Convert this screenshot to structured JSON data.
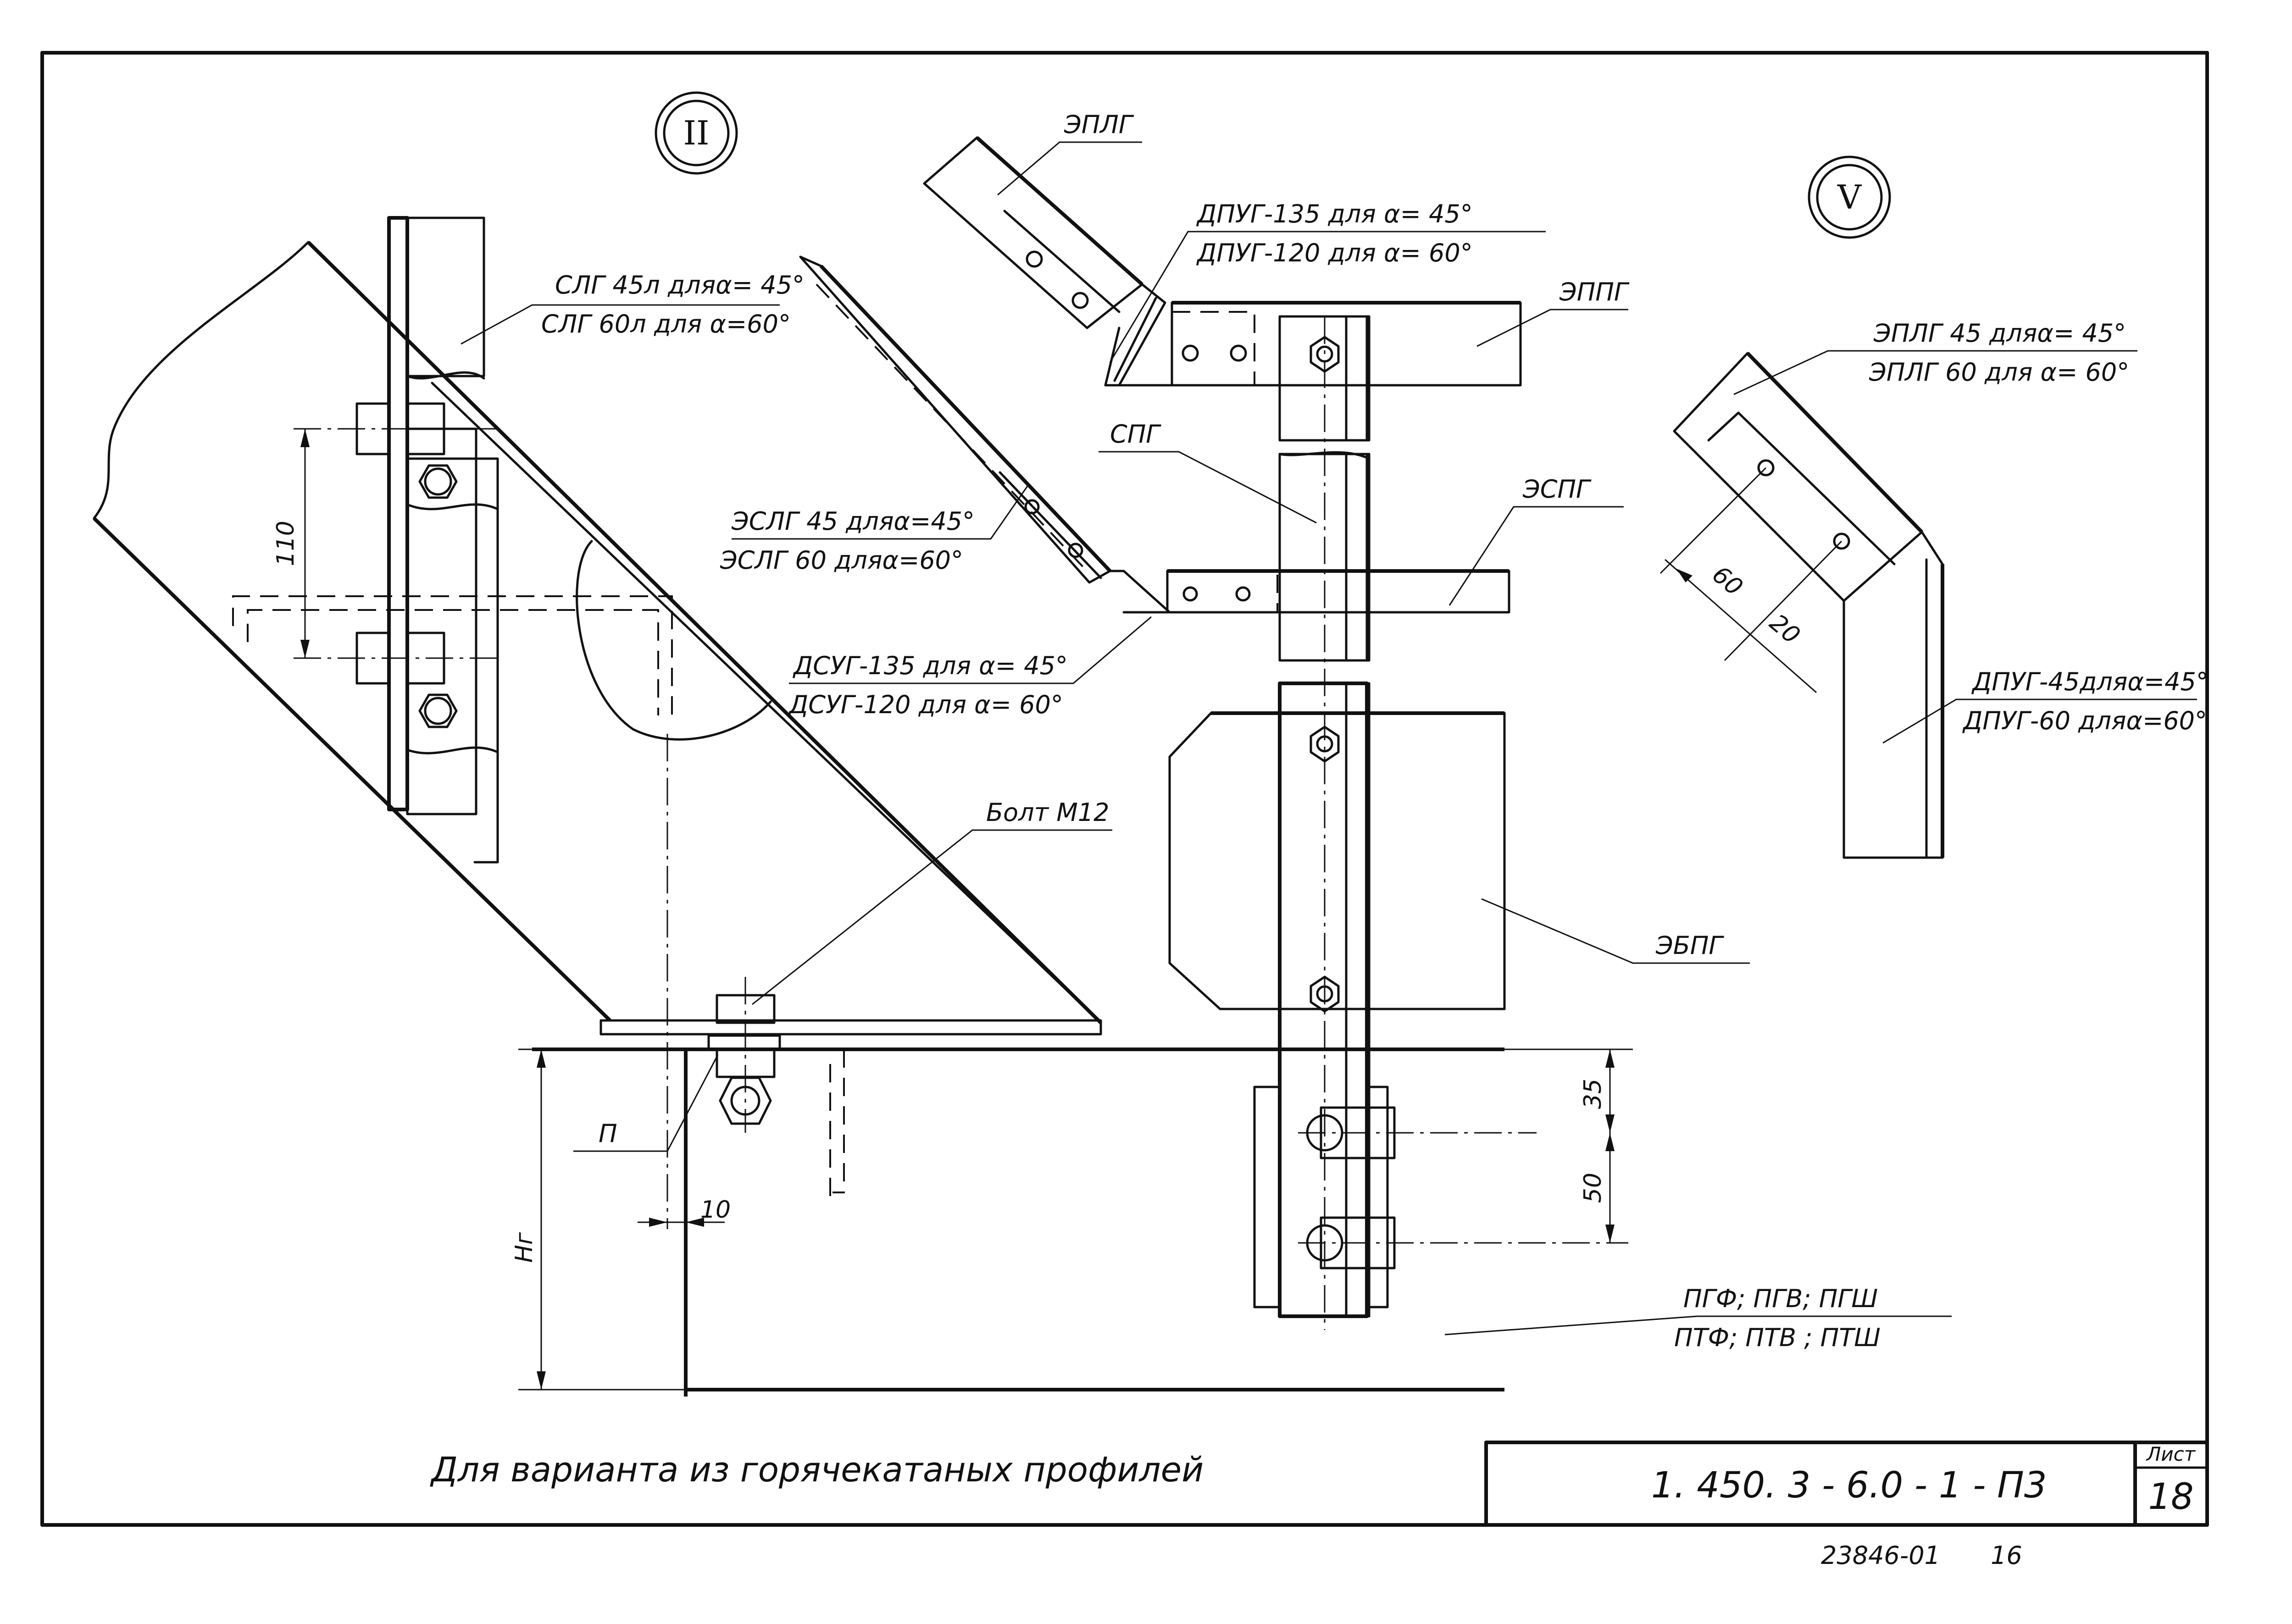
{
  "labels": {
    "view_ii": "II",
    "view_v": "V",
    "slg_1": "СЛГ 45л дляα= 45°",
    "slg_2": "СЛГ 60л для α=60°",
    "eplg_top": "ЭПЛГ",
    "dpug_135": "ДПУГ-135 для α= 45°",
    "dpug_120": "ДПУГ-120 для α= 60°",
    "epng_top": "ЭППГ",
    "spg": "СПГ",
    "espg": "ЭСПГ",
    "eslg_1": "ЭСЛГ 45 дляα=45°",
    "eslg_2": "ЭСЛГ 60 дляα=60°",
    "dsug_135": "ДСУГ-135 для α= 45°",
    "dsug_120": "ДСУГ-120 для α= 60°",
    "bolt": "Болт М12",
    "ebpg": "ЭБПГ",
    "p_label": "П",
    "eplg45": "ЭПЛГ 45 дляα= 45°",
    "eplg60": "ЭПЛГ 60 для α= 60°",
    "dpug45": "ДПУГ-45дляα=45°",
    "dpug60": "ДПУГ-60 дляα=60°",
    "profiles_1": "ПГФ; ПГВ; ПГШ",
    "profiles_2": "ПТФ; ПТВ ; ПТШ"
  },
  "dimensions": {
    "d110": "110",
    "d35": "35",
    "d50": "50",
    "d10": "10",
    "hn": "Нг",
    "d60": "60",
    "d20": "20"
  },
  "title_block": {
    "caption": "Для варианта из горячекатаных профилей",
    "code": "1. 450. 3 - 6.0 - 1 - П3",
    "sheet_label": "Лист",
    "sheet_number": "18"
  },
  "footer": {
    "stamp": "23846-01",
    "page": "16"
  }
}
